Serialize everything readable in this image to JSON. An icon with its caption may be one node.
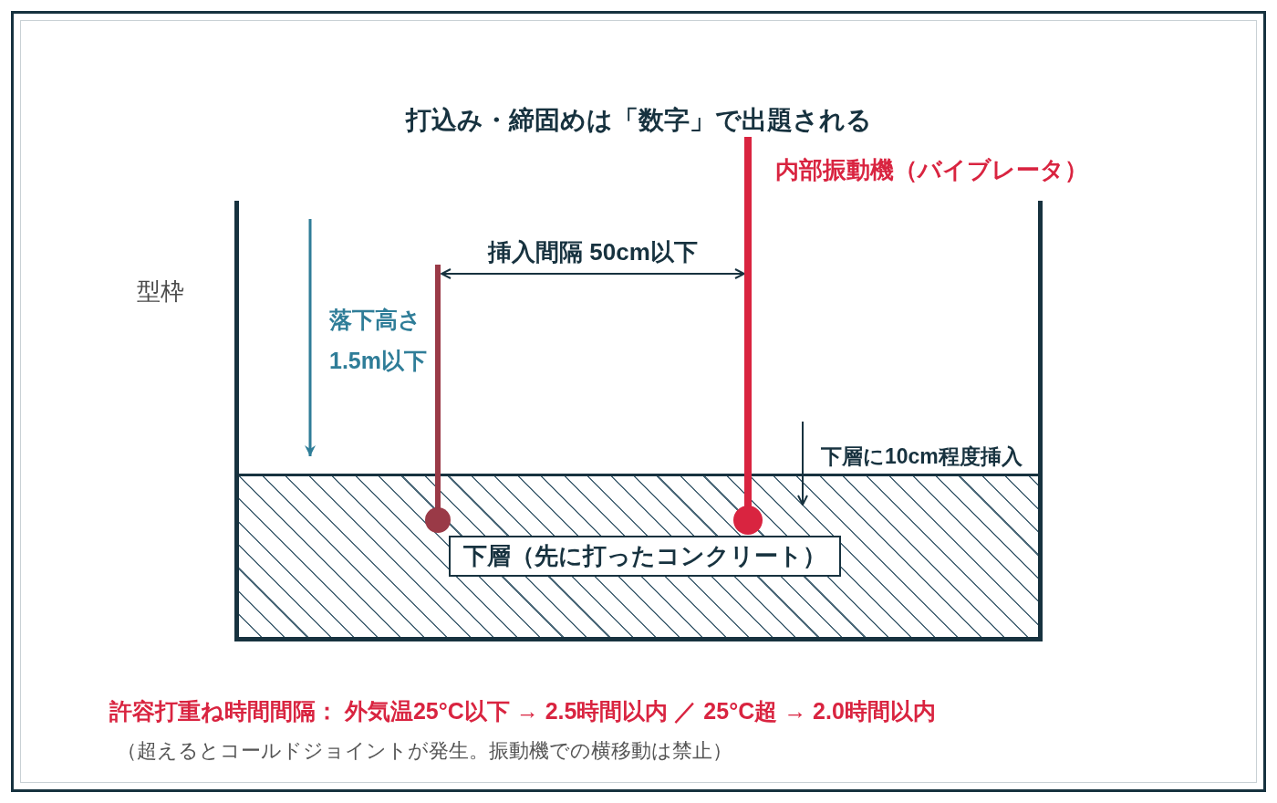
{
  "diagram": {
    "title": "打込み・締固めは「数字」で出題される",
    "nodes": [
      {
        "text": [],
        "shape": "box",
        "beside": [
          "型枠"
        ]
      },
      {
        "text": [],
        "shape": "box",
        "in": 0
      },
      {
        "text": [
          "下層（先に打ったコンクリート）"
        ],
        "in": 1
      }
    ],
    "labels": [
      "内部振動機（バイブレータ）",
      "挿入間隔 50cm以下",
      "落下高さ",
      "1.5m以下",
      "下層に10cm程度挿入",
      "許容打重ね時間間隔： 外気温25°C以下 → 2.5時間以内 ／ 25°C超 → 2.0時間以内",
      "（超えるとコールドジョイントが発生。振動機での横移動は禁止）"
    ]
  }
}
